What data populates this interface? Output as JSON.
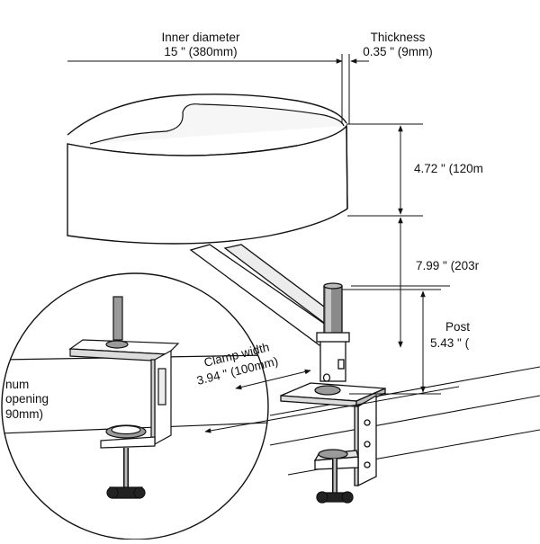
{
  "dimensions": {
    "inner_diameter": {
      "label": "Inner diameter",
      "value": "15 \" (380mm)"
    },
    "thickness": {
      "label": "Thickness",
      "value": "0.35 \" (9mm)"
    },
    "bowl_height": {
      "value": "4.72 \" (120m"
    },
    "arm_drop": {
      "value": "7.99 \" (203r"
    },
    "post": {
      "label": "Post",
      "value": "5.43 \" ("
    },
    "clamp_width": {
      "label": "Clamp width",
      "value": "3.94 \" (100mm)"
    },
    "opening": {
      "line1": "num",
      "line2": "opening",
      "line3": "90mm)"
    }
  }
}
